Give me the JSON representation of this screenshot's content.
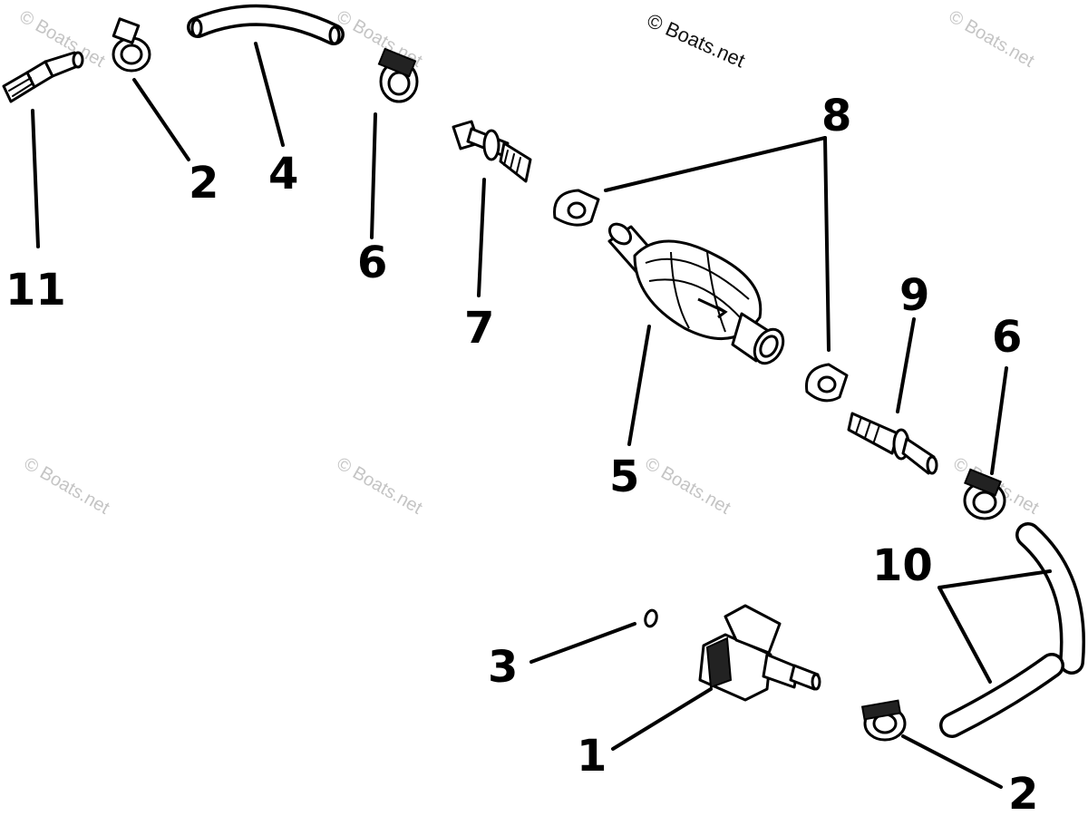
{
  "copyright": "© Boats.net",
  "watermark": "© Boats.net",
  "callouts": {
    "p11": "11",
    "p2a": "2",
    "p4": "4",
    "p6a": "6",
    "p7": "7",
    "p8": "8",
    "p5": "5",
    "p9": "9",
    "p6b": "6",
    "p10": "10",
    "p3": "3",
    "p1": "1",
    "p2b": "2"
  },
  "parts": [
    {
      "number": "1",
      "name": "connector"
    },
    {
      "number": "2",
      "name": "hose-clamp"
    },
    {
      "number": "3",
      "name": "o-ring"
    },
    {
      "number": "4",
      "name": "fuel-hose"
    },
    {
      "number": "5",
      "name": "primer-bulb"
    },
    {
      "number": "6",
      "name": "hose-clamp"
    },
    {
      "number": "7",
      "name": "inlet-check-valve"
    },
    {
      "number": "8",
      "name": "clamp"
    },
    {
      "number": "9",
      "name": "outlet-check-valve"
    },
    {
      "number": "10",
      "name": "fuel-hose"
    },
    {
      "number": "11",
      "name": "fitting"
    }
  ]
}
